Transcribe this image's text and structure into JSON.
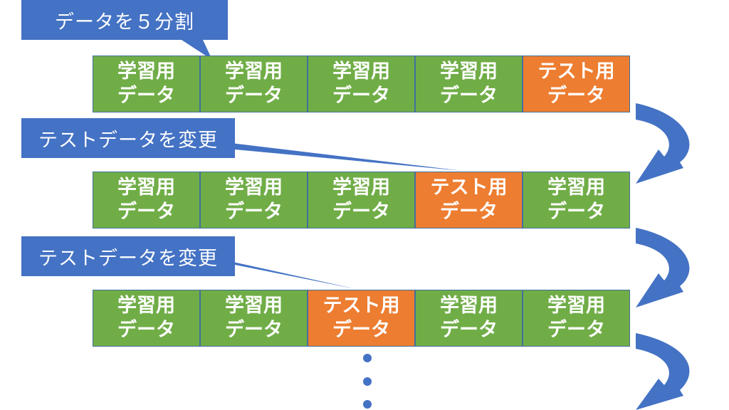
{
  "colors": {
    "callout": "#4472c4",
    "train": "#70ad47",
    "test": "#ed7d31",
    "arrow": "#4472c4",
    "border": "#41719c"
  },
  "callouts": [
    {
      "label": "データを５分割"
    },
    {
      "label": "テストデータを変更"
    },
    {
      "label": "テストデータを変更"
    }
  ],
  "rows": [
    {
      "cells": [
        {
          "line1": "学習用",
          "line2": "データ",
          "kind": "train"
        },
        {
          "line1": "学習用",
          "line2": "データ",
          "kind": "train"
        },
        {
          "line1": "学習用",
          "line2": "データ",
          "kind": "train"
        },
        {
          "line1": "学習用",
          "line2": "データ",
          "kind": "train"
        },
        {
          "line1": "テスト用",
          "line2": "データ",
          "kind": "test"
        }
      ]
    },
    {
      "cells": [
        {
          "line1": "学習用",
          "line2": "データ",
          "kind": "train"
        },
        {
          "line1": "学習用",
          "line2": "データ",
          "kind": "train"
        },
        {
          "line1": "学習用",
          "line2": "データ",
          "kind": "train"
        },
        {
          "line1": "テスト用",
          "line2": "データ",
          "kind": "test"
        },
        {
          "line1": "学習用",
          "line2": "データ",
          "kind": "train"
        }
      ]
    },
    {
      "cells": [
        {
          "line1": "学習用",
          "line2": "データ",
          "kind": "train"
        },
        {
          "line1": "学習用",
          "line2": "データ",
          "kind": "train"
        },
        {
          "line1": "テスト用",
          "line2": "データ",
          "kind": "test"
        },
        {
          "line1": "学習用",
          "line2": "データ",
          "kind": "train"
        },
        {
          "line1": "学習用",
          "line2": "データ",
          "kind": "train"
        }
      ]
    }
  ]
}
